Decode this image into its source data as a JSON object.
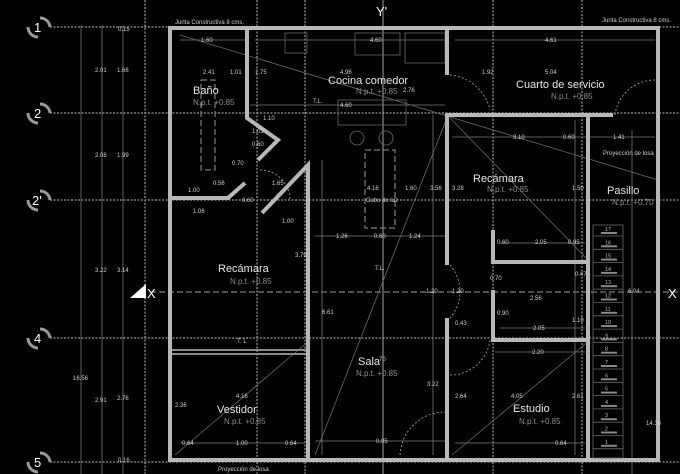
{
  "colors": {
    "background": "#000000",
    "walls": "#b8b8b8",
    "text": "#e8e8e8",
    "dimensions": "#cfcfcf"
  },
  "axes": {
    "rows": [
      "1",
      "2",
      "2'",
      "4",
      "5"
    ],
    "columns": [
      "Y'"
    ],
    "section": "X"
  },
  "rooms": [
    {
      "name": "Baño",
      "level": "N.p.t. +0.85"
    },
    {
      "name": "Cocina comedor",
      "level": "N.p.t. +0.85"
    },
    {
      "name": "Cuarto de servicio",
      "level": "N.p.t. +0.85"
    },
    {
      "name": "Recámara",
      "level": "N.p.t. +0.85"
    },
    {
      "name": "Pasillo",
      "level": "N.p.t. +0.70"
    },
    {
      "name": "Recámara",
      "level": "N.p.t. +0.85"
    },
    {
      "name": "Sala",
      "level": "N.p.t. +0.85"
    },
    {
      "name": "Vestidor",
      "level": "N.p.t. +0.85"
    },
    {
      "name": "Estudio",
      "level": "N.p.t. +0.85"
    }
  ],
  "annotations": {
    "junta_left": "Junta Constructiva 8 cms.",
    "junta_right": "Junta Constructiva 8 cms.",
    "cubo": "Cubo de luz",
    "proyeccion": "Proyección de losa",
    "proyeccion2": "Proyección de losa",
    "tl1": "T.L.",
    "tl2": "T.L.",
    "tl3": "T. L",
    "npt_sala_sup": "70"
  },
  "dimensions": [
    "2.01",
    "1.66",
    "2.08",
    "1.99",
    "3.22",
    "3.14",
    "2.91",
    "2.76",
    "16.56",
    "0.15",
    "0.16",
    "1.60",
    "4.60",
    "4.61",
    "2.41",
    "1.01",
    "1.75",
    "4.96",
    "5.04",
    "2.76",
    "1.92",
    "4.60",
    "1.10",
    "3.10",
    "0.60",
    "1.41",
    "1.01",
    "0.60",
    "0.70",
    "0.56",
    "1.00",
    "1.06",
    "0.60",
    "1.65",
    "1.00",
    "4.16",
    "1.60",
    "3.56",
    "3.28",
    "1.50",
    "1.26",
    "0.60",
    "1.24",
    "3.79",
    "6.61",
    "1.20",
    "1.20",
    "0.60",
    "2.05",
    "0.95",
    "0.47",
    "2.56",
    "0.90",
    "1.10",
    "2.05",
    "2.20",
    "4.16",
    "2.36",
    "0.64",
    "1.00",
    "0.64",
    "3.22",
    "0.05",
    "2.64",
    "4.05",
    "2.61",
    "0.64",
    "6.04",
    "14.36",
    "0.70",
    "0.43"
  ],
  "stairs": {
    "steps": [
      "17",
      "16",
      "15",
      "14",
      "13",
      "12",
      "11",
      "10",
      "9",
      "8",
      "7",
      "6",
      "5",
      "4",
      "3",
      "2",
      "1"
    ]
  }
}
